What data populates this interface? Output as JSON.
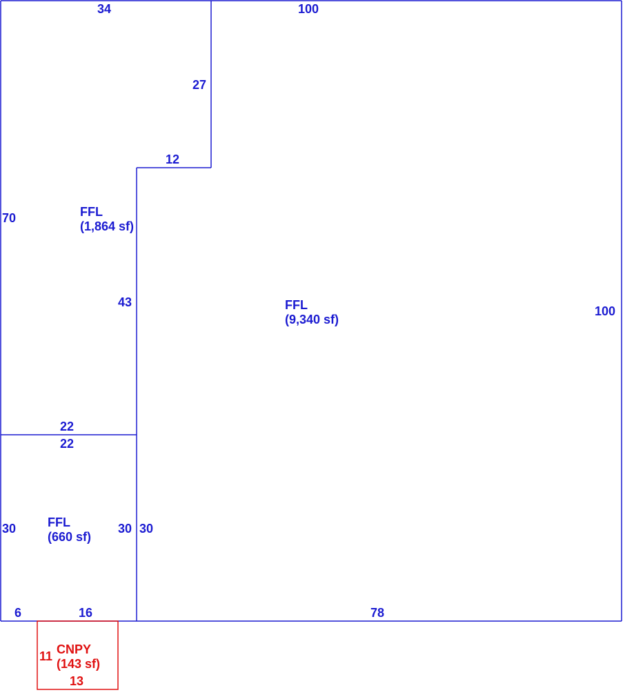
{
  "colors": {
    "main": "#1a1ad1",
    "canopy": "#e01010",
    "background": "#ffffff"
  },
  "areas": {
    "main": {
      "code": "FFL",
      "area": "(9,340 sf)"
    },
    "upper_left": {
      "code": "FFL",
      "area": "(1,864 sf)"
    },
    "lower_left": {
      "code": "FFL",
      "area": "(660 sf)"
    },
    "canopy": {
      "code": "CNPY",
      "area": "(143 sf)"
    }
  },
  "dimensions": {
    "top_left_width": "34",
    "top_main_width": "100",
    "notch_height": "27",
    "notch_width": "12",
    "upper_left_height": "70",
    "inner_wall_height": "43",
    "main_right_height": "100",
    "divider_top": "22",
    "divider_bottom": "22",
    "lower_left_height": "30",
    "lower_inner_height_left": "30",
    "lower_inner_height_right": "30",
    "bottom_left_segment": "6",
    "bottom_mid_segment": "16",
    "bottom_main_width": "78",
    "canopy_height": "11",
    "canopy_width": "13"
  }
}
